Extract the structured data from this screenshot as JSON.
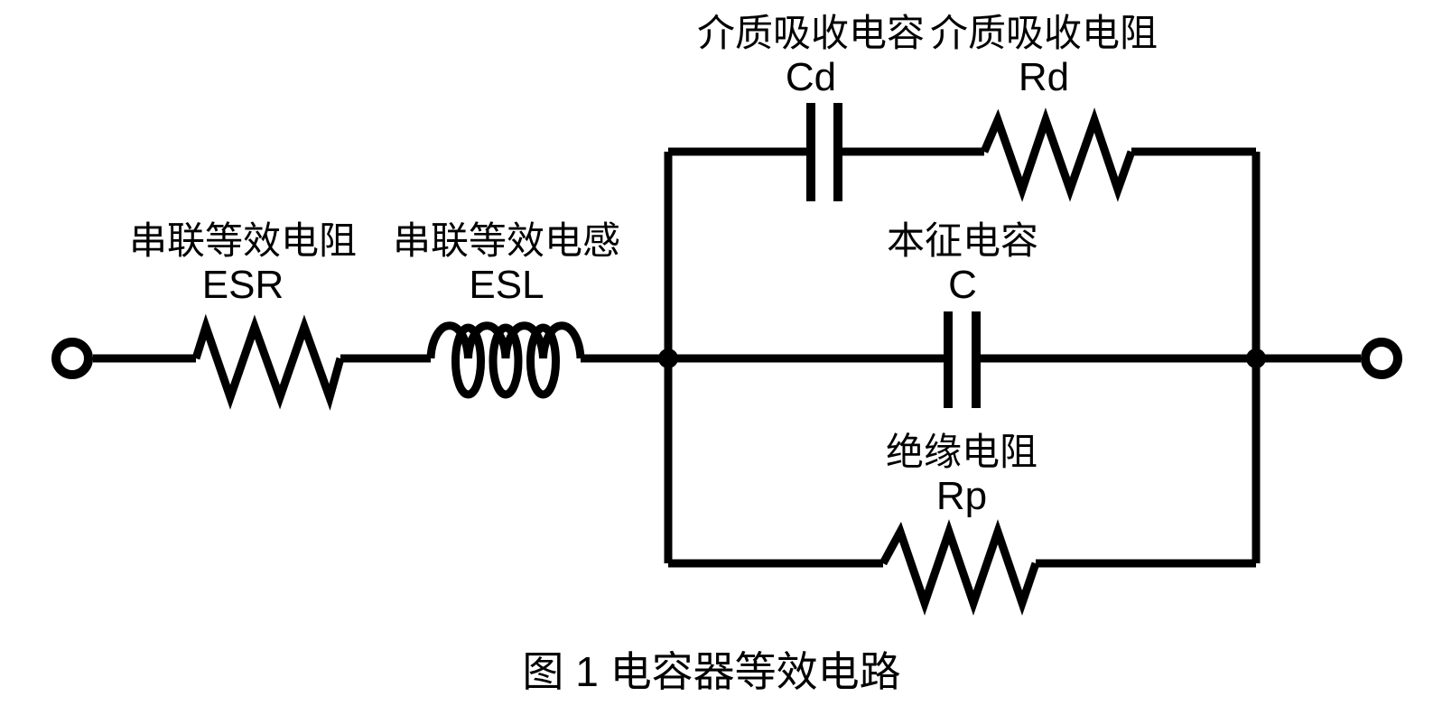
{
  "figure": {
    "caption": "图 1 电容器等效电路",
    "colors": {
      "line": "#000000",
      "background": "#ffffff"
    },
    "components": [
      {
        "id": "esr",
        "type": "resistor",
        "name": "串联等效电阻",
        "symbol": "ESR"
      },
      {
        "id": "esl",
        "type": "inductor",
        "name": "串联等效电感",
        "symbol": "ESL"
      },
      {
        "id": "cd",
        "type": "capacitor",
        "name": "介质吸收电容",
        "symbol": "Cd"
      },
      {
        "id": "rd",
        "type": "resistor",
        "name": "介质吸收电阻",
        "symbol": "Rd"
      },
      {
        "id": "c",
        "type": "capacitor",
        "name": "本征电容",
        "symbol": "C"
      },
      {
        "id": "rp",
        "type": "resistor",
        "name": "绝缘电阻",
        "symbol": "Rp"
      }
    ]
  }
}
